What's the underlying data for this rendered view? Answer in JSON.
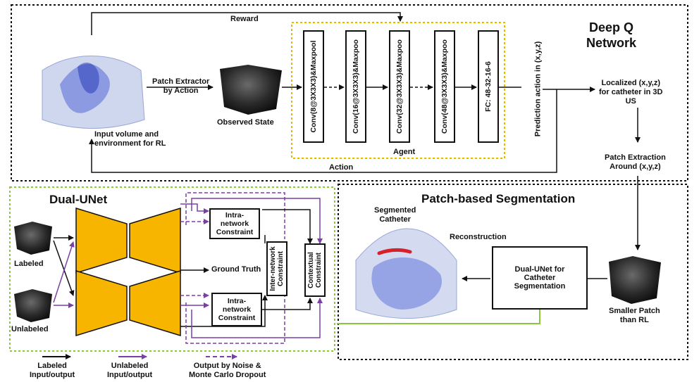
{
  "dqn": {
    "title_line1": "Deep Q",
    "title_line2": "Network",
    "reward": "Reward",
    "action": "Action",
    "patch_extractor_line1": "Patch Extractor",
    "patch_extractor_line2": "by Action",
    "observed_state": "Observed State",
    "input_volume_line1": "Input volume and",
    "input_volume_line2": "environment for RL",
    "agent": "Agent",
    "layers": [
      "Conv(8@3X3X3)&Maxpool",
      "Conv(16@3X3X3)&Maxpoo",
      "Conv(32@3X3X3)&Maxpoo",
      "Conv(48@3X3X3)&Maxpoo",
      "FC: 48-32-16-6"
    ],
    "prediction": "Prediction action in (x,y,z)",
    "localized_line1": "Localized (x,y,z)",
    "localized_line2": "for catheter in 3D",
    "localized_line3": "US",
    "patch_extraction_line1": "Patch Extraction",
    "patch_extraction_line2": "Around (x,y,z)"
  },
  "segmentation": {
    "title": "Patch-based Segmentation",
    "segmented_line1": "Segmented",
    "segmented_line2": "Catheter",
    "reconstruction": "Reconstruction",
    "dual_unet_line1": "Dual-UNet for",
    "dual_unet_line2": "Catheter",
    "dual_unet_line3": "Segmentation",
    "smaller_patch_line1": "Smaller Patch",
    "smaller_patch_line2": "than RL"
  },
  "dual_unet": {
    "title": "Dual-UNet",
    "labeled": "Labeled",
    "unlabeled": "Unlabeled",
    "intra_top_line1": "Intra-",
    "intra_top_line2": "network",
    "intra_top_line3": "Constraint",
    "intra_bottom_line1": "Intra-",
    "intra_bottom_line2": "network",
    "intra_bottom_line3": "Constraint",
    "ground_truth": "Ground Truth",
    "inter_network_line1": "Inter-network",
    "inter_network_line2": "Constraint",
    "contextual_line1": "Contextual",
    "contextual_line2": "Constraint"
  },
  "legend": {
    "labeled_line1": "Labeled",
    "labeled_line2": "Input/output",
    "unlabeled_line1": "Unlabeled",
    "unlabeled_line2": "Input/output",
    "noise_line1": "Output by Noise &",
    "noise_line2": "Monte Carlo Dropout"
  },
  "colors": {
    "labeled_arrow": "#111111",
    "unlabeled_arrow": "#7b3fa8",
    "unet_fill": "#f7b500",
    "agent_border": "#e5b800",
    "dual_border": "#8cc63f",
    "green_link": "#8cc63f",
    "catheter": "#d6202a"
  }
}
